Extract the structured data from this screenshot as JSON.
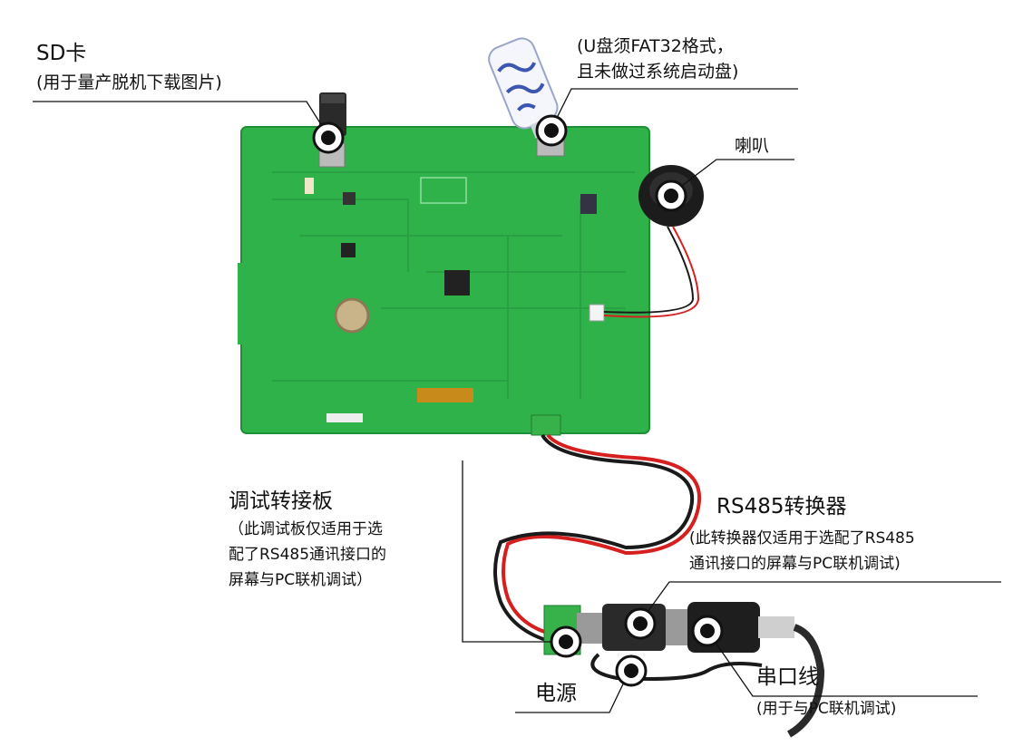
{
  "labels": {
    "sd_title": "SD卡",
    "sd_note": "(用于量产脱机下载图片)",
    "usb_line1": "(U盘须FAT32格式，",
    "usb_line2": "且未做过系统启动盘)",
    "speaker": "喇叭",
    "debug_title": "调试转接板",
    "debug_note1": "（此调试板仅适用于选",
    "debug_note2": "配了RS485通讯接口的",
    "debug_note3": "屏幕与PC联机调试）",
    "rs485_title": "RS485转换器",
    "rs485_note1": "(此转换器仅适用于选配了RS485",
    "rs485_note2": "通讯接口的屏幕与PC联机调试)",
    "power": "电源",
    "serial_title": "串口线",
    "serial_note": "(用于与PC联机调试)"
  },
  "colors": {
    "pcb": "#2fb24a",
    "pcb_dark": "#1f8f36",
    "wire_red": "#d61f1f",
    "wire_black": "#1a1a1a",
    "marker": "#111111"
  }
}
